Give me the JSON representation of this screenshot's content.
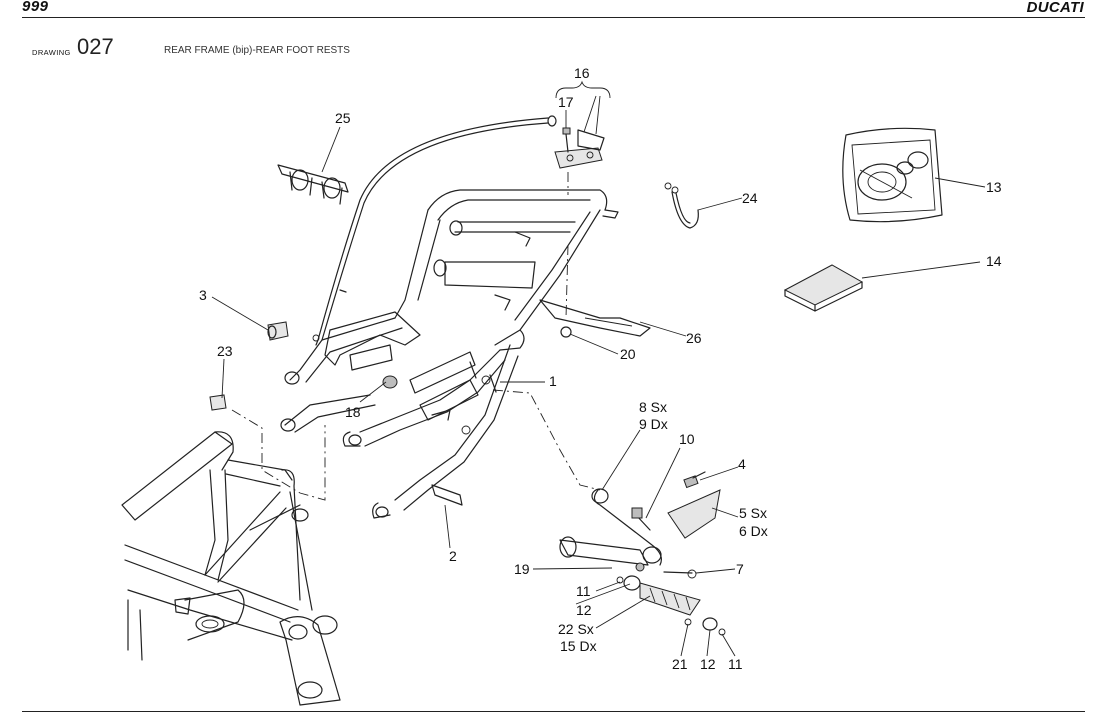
{
  "header": {
    "model": "999",
    "brand": "DUCATI"
  },
  "drawing": {
    "label": "DRAWING",
    "number": "027",
    "title": "REAR FRAME (bip)-REAR FOOT RESTS"
  },
  "callouts": {
    "c1": "1",
    "c2": "2",
    "c3": "3",
    "c4": "4",
    "c5": "5 Sx",
    "c6": "6 Dx",
    "c7": "7",
    "c8": "8 Sx",
    "c9": "9 Dx",
    "c10": "10",
    "c11a": "11",
    "c11b": "11",
    "c12a": "12",
    "c12b": "12",
    "c13": "13",
    "c14": "14",
    "c16": "16",
    "c17": "17",
    "c18": "18",
    "c19": "19",
    "c20": "20",
    "c21": "21",
    "c22": "22 Sx",
    "c15": "15 Dx",
    "c23": "23",
    "c24": "24",
    "c25": "25",
    "c26": "26"
  }
}
